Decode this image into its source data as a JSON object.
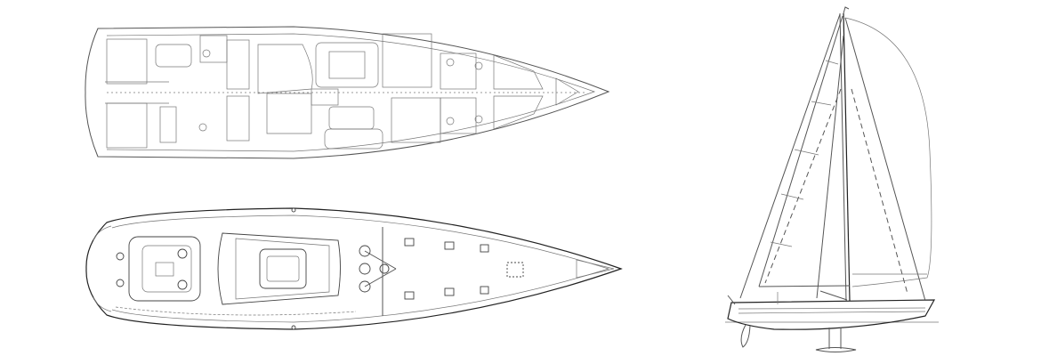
{
  "drawings": {
    "views": [
      "interior-plan",
      "deck-plan",
      "sail-profile"
    ],
    "colors": {
      "background": "#ffffff",
      "line": "#555555",
      "dark_line": "#222222"
    }
  }
}
